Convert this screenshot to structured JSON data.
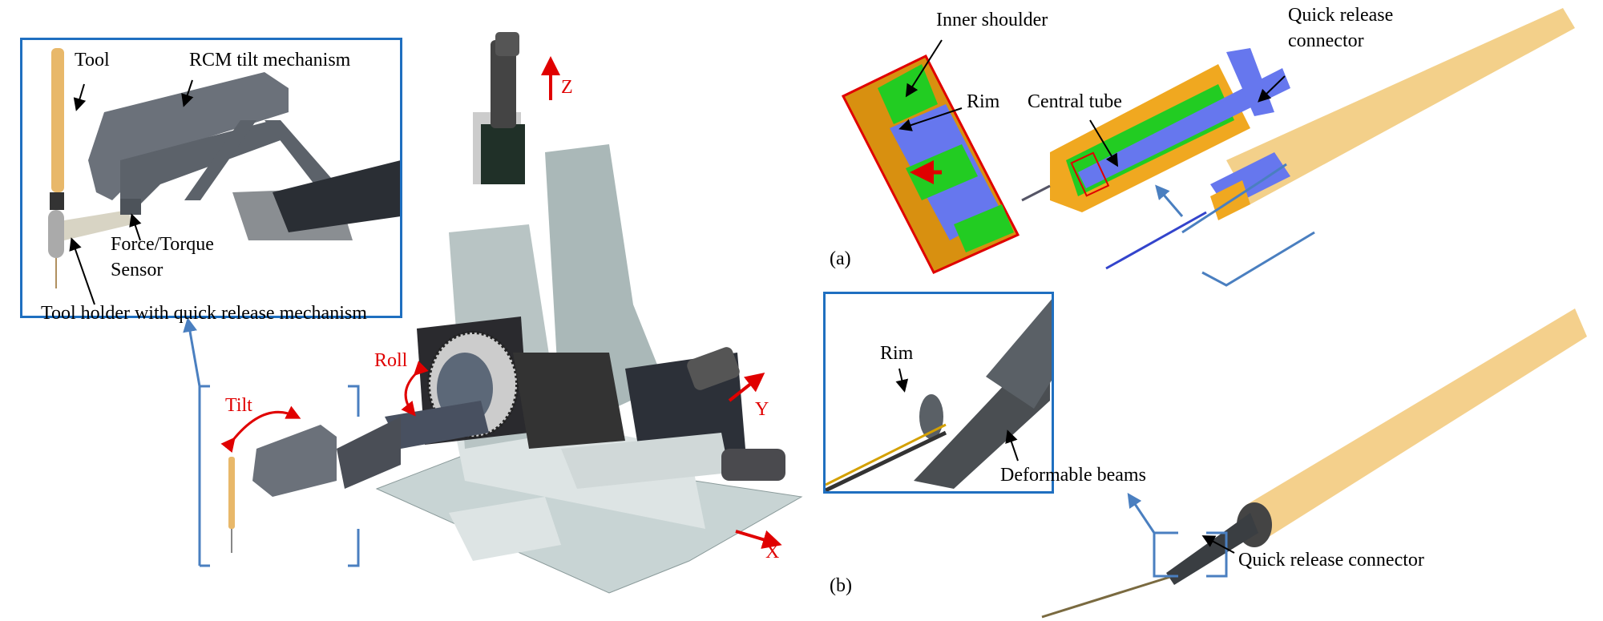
{
  "colors": {
    "callout_blue": "#1f6fc0",
    "axis_red": "#e00000",
    "tool_tan": "#e8b86a",
    "cutaway_orange": "#f0a820",
    "inner_green": "#22cc22",
    "tube_blue": "#6677ee",
    "metal_gray": "#6b717a",
    "frame_light": "#b8c4c4"
  },
  "left_panel": {
    "inset": {
      "tool": "Tool",
      "rcm": "RCM tilt mechanism",
      "sensor_line1": "Force/Torque",
      "sensor_line2": "Sensor",
      "holder": "Tool holder with quick release mechanism"
    },
    "axes": {
      "tilt": "Tilt",
      "roll": "Roll",
      "z": "Z",
      "y": "Y",
      "x": "X"
    }
  },
  "panel_a": {
    "label": "(a)",
    "inner_shoulder": "Inner shoulder",
    "rim": "Rim",
    "central_tube": "Central tube",
    "qr_line1": "Quick release",
    "qr_line2": "connector"
  },
  "panel_b": {
    "label": "(b)",
    "rim": "Rim",
    "beams": "Deformable beams",
    "qr": "Quick release connector"
  }
}
